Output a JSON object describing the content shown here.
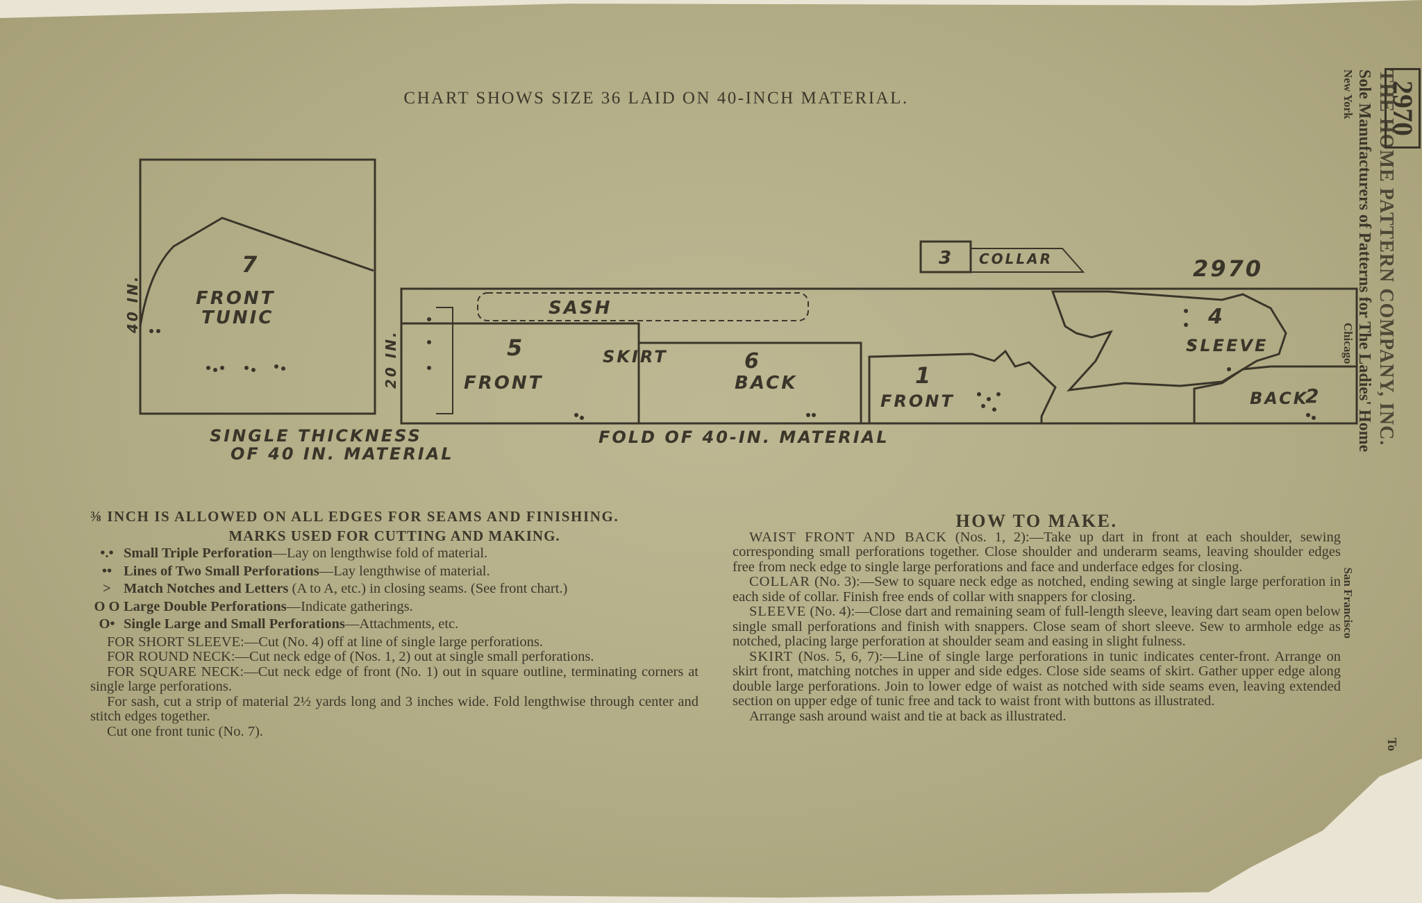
{
  "title": "CHART SHOWS SIZE 36 LAID ON 40-INCH MATERIAL.",
  "chart": {
    "width_label_left": "40 IN.",
    "width_label_mid": "20 IN.",
    "pattern_number": "2970",
    "single_thickness_line1": "SINGLE THICKNESS",
    "single_thickness_line2": "OF 40 IN. MATERIAL",
    "fold_label": "FOLD OF 40-IN. MATERIAL",
    "pieces": [
      {
        "number": "7",
        "name_line1": "FRONT",
        "name_line2": "TUNIC"
      },
      {
        "number": "",
        "name_line1": "SASH",
        "name_line2": ""
      },
      {
        "number": "5",
        "name_line1": "FRONT",
        "name_line2": ""
      },
      {
        "number": "6",
        "name_line1": "BACK",
        "name_line2": ""
      },
      {
        "number": "",
        "name_line1": "SKIRT",
        "name_line2": ""
      },
      {
        "number": "3",
        "name_line1": "COLLAR",
        "name_line2": ""
      },
      {
        "number": "1",
        "name_line1": "FRONT",
        "name_line2": ""
      },
      {
        "number": "4",
        "name_line1": "SLEEVE",
        "name_line2": ""
      },
      {
        "number": "2",
        "name_line1": "BACK",
        "name_line2": ""
      }
    ]
  },
  "left": {
    "seam_note": "⅜ INCH IS ALLOWED ON ALL EDGES FOR SEAMS AND FINISHING.",
    "marks_title": "MARKS USED FOR CUTTING AND MAKING.",
    "marks": [
      {
        "symbol": "•.•",
        "name": "Small Triple Perforation",
        "desc": "—Lay on lengthwise fold of material."
      },
      {
        "symbol": "••",
        "name": "Lines of Two Small Perforations",
        "desc": "—Lay lengthwise of material."
      },
      {
        "symbol": ">",
        "name": "Match Notches and Letters",
        "desc": " (A to A, etc.) in closing seams. (See front chart.)"
      },
      {
        "symbol": "O O",
        "name": "Large Double Perforations",
        "desc": "—Indicate gatherings."
      },
      {
        "symbol": "O•",
        "name": "Single Large and Small Perforations",
        "desc": "—Attachments, etc."
      }
    ],
    "paragraphs": [
      "FOR SHORT SLEEVE:—Cut (No. 4) off at line of single large perforations.",
      "FOR ROUND NECK:—Cut neck edge of (Nos. 1, 2) out at single small perforations.",
      "FOR SQUARE NECK:—Cut neck edge of front (No. 1) out in square outline, terminating corners at single large perforations.",
      "For sash, cut a strip of material 2½ yards long and 3 inches wide. Fold lengthwise through center and stitch edges together.",
      "Cut one front tunic (No. 7)."
    ]
  },
  "right": {
    "title": "HOW TO MAKE.",
    "paragraphs": [
      {
        "head": "WAIST FRONT AND BACK",
        "body": " (Nos. 1, 2):—Take up dart in front at each shoulder, sewing corresponding small perforations together. Close shoulder and underarm seams, leaving shoulder edges free from neck edge to single large perforations and face and underface edges for closing."
      },
      {
        "head": "COLLAR",
        "body": " (No. 3):—Sew to square neck edge as notched, ending sewing at single large perforation in each side of collar. Finish free ends of collar with snappers for closing."
      },
      {
        "head": "SLEEVE",
        "body": " (No. 4):—Close dart and remaining seam of full-length sleeve, leaving dart seam open below single small perforations and finish with snappers. Close seam of short sleeve. Sew to armhole edge as notched, placing large perforation at shoulder seam and easing in slight fulness."
      },
      {
        "head": "SKIRT",
        "body": " (Nos. 5, 6, 7):—Line of single large perforations in tunic indicates center-front. Arrange on skirt front, matching notches in upper and side edges. Close side seams of skirt. Gather upper edge along double large perforations. Join to lower edge of waist as notched with side seams even, leaving extended section on upper edge of tunic free and tack to waist front with buttons as illustrated."
      },
      {
        "head": "",
        "body": "Arrange sash around waist and tie at back as illustrated."
      }
    ]
  },
  "side": {
    "stamp_number": "2970",
    "line1": "THE HOME PATTERN COMPANY, INC.",
    "line2": "Sole Manufacturers of Patterns for The Ladies' Home",
    "cities": [
      "New York",
      "Chicago",
      "San Francisco"
    ],
    "partial": "To"
  }
}
